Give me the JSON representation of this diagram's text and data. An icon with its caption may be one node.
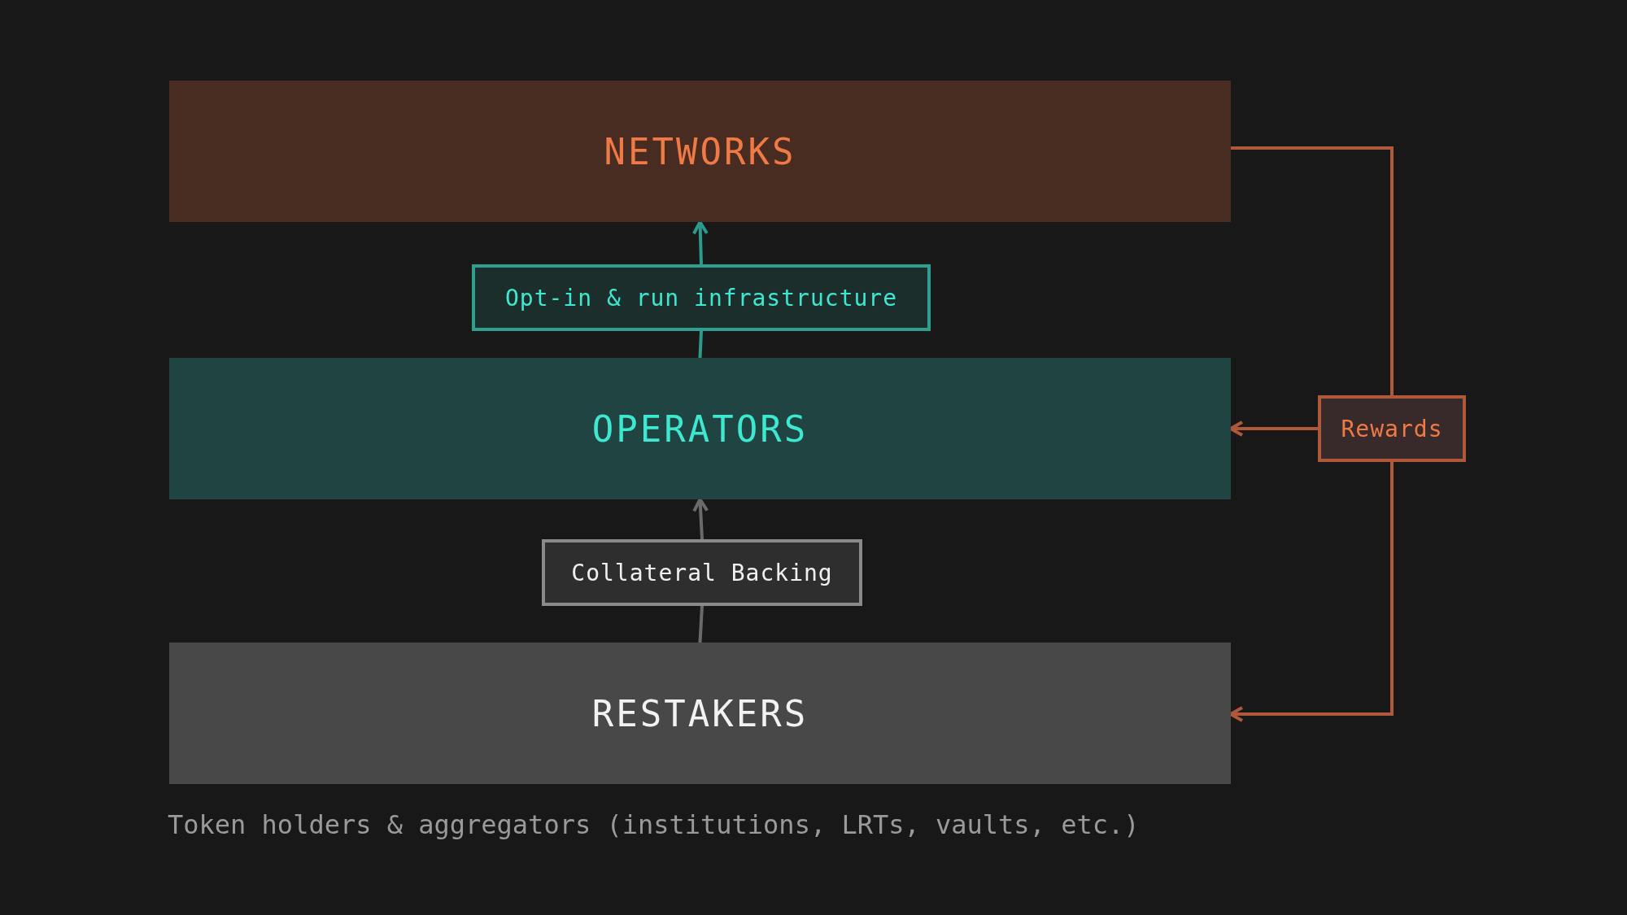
{
  "diagram": {
    "nodes": [
      {
        "text": [
          "NETWORKS"
        ]
      },
      {
        "text": [
          "Opt-in & run infrastructure"
        ]
      },
      {
        "text": [
          "OPERATORS"
        ]
      },
      {
        "text": [
          "Collateral Backing"
        ]
      },
      {
        "text": [
          "RESTAKERS"
        ],
        "beside": [
          "Token holders & aggregators (institutions, LRTs, vaults, etc.)"
        ]
      },
      {
        "text": [
          "Rewards"
        ]
      }
    ],
    "edges": [
      {
        "from": 2,
        "to": 1,
        "arrow": "none",
        "color": "#2a9a8a"
      },
      {
        "from": 1,
        "to": 0,
        "arrow": "to",
        "color": "#2a9a8a"
      },
      {
        "from": 4,
        "to": 3,
        "arrow": "none",
        "color": "#6a6a6a"
      },
      {
        "from": 3,
        "to": 2,
        "arrow": "to",
        "color": "#6a6a6a"
      },
      {
        "from": 0,
        "to": 5,
        "arrow": "none",
        "color": "#b0583a"
      },
      {
        "from": 5,
        "to": 2,
        "arrow": "to",
        "color": "#b0583a"
      },
      {
        "from": 5,
        "to": 4,
        "arrow": "to",
        "color": "#b0583a"
      }
    ]
  }
}
